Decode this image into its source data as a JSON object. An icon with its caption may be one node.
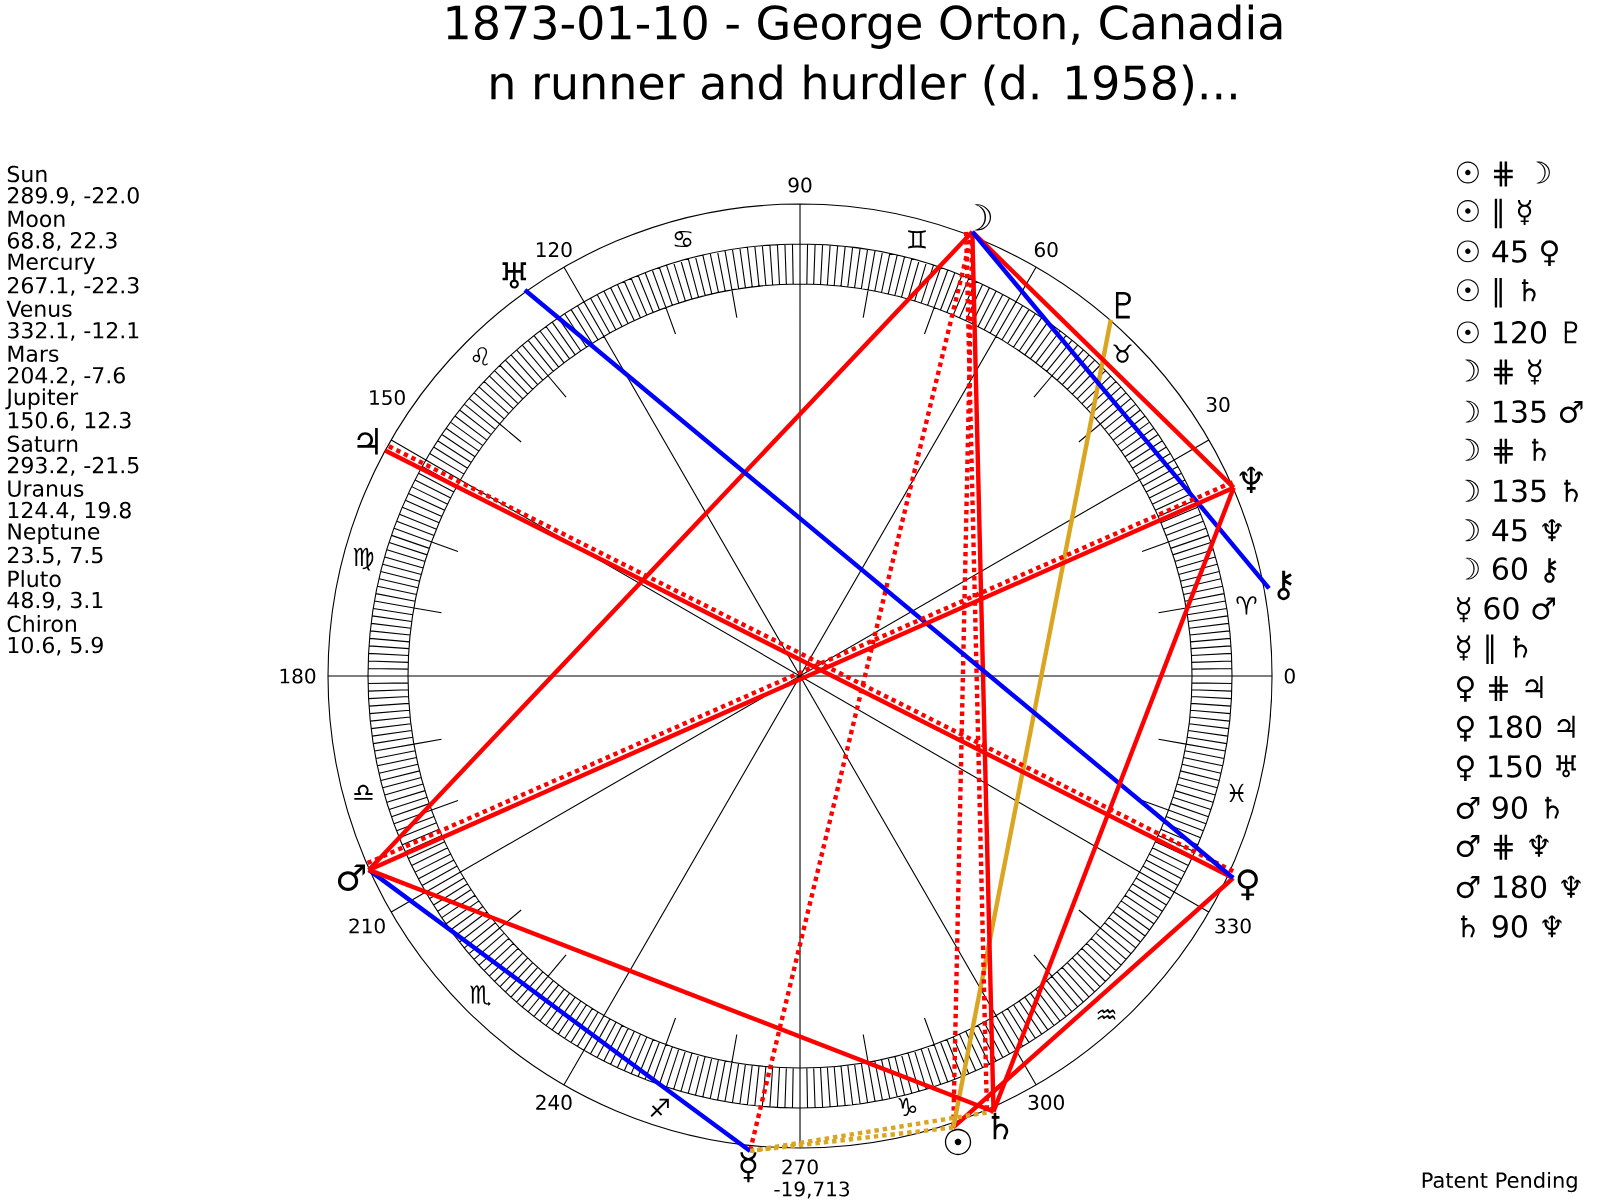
{
  "diagram": {
    "title": "1873-01-10 - George Orton, Canadia n runner and hurdler (d. 1958)...",
    "nodes": [
      {
        "text": [
          "☉"
        ]
      },
      {
        "text": [
          "☽"
        ]
      },
      {
        "text": [
          "☿"
        ]
      },
      {
        "text": [
          "♀"
        ]
      },
      {
        "text": [
          "♂"
        ]
      },
      {
        "text": [
          "♃"
        ]
      },
      {
        "text": [
          "♄"
        ]
      },
      {
        "text": [
          "♅"
        ]
      },
      {
        "text": [
          "♆"
        ]
      },
      {
        "text": [
          "♇"
        ]
      },
      {
        "text": [
          "⚷"
        ]
      }
    ],
    "edges": [
      {
        "from": 0,
        "to": 1,
        "arrow": "none",
        "style": "dashed"
      },
      {
        "from": 0,
        "to": 2,
        "arrow": "none",
        "style": "dashed",
        "color": "#daa520"
      },
      {
        "from": 0,
        "to": 3,
        "arrow": "none"
      },
      {
        "from": 0,
        "to": 9,
        "arrow": "none",
        "color": "#daa520"
      },
      {
        "from": 1,
        "to": 2,
        "arrow": "none",
        "style": "dashed"
      },
      {
        "from": 1,
        "to": 4,
        "arrow": "none"
      },
      {
        "from": 1,
        "to": 6,
        "arrow": "none",
        "style": "dashed"
      },
      {
        "from": 1,
        "to": 6,
        "arrow": "none"
      },
      {
        "from": 1,
        "to": 8,
        "arrow": "none"
      },
      {
        "from": 1,
        "to": 10,
        "arrow": "none",
        "color": "#0000ff"
      },
      {
        "from": 2,
        "to": 4,
        "arrow": "none",
        "color": "#0000ff"
      },
      {
        "from": 2,
        "to": 6,
        "arrow": "none",
        "style": "dashed",
        "color": "#daa520"
      },
      {
        "from": 3,
        "to": 5,
        "arrow": "none",
        "style": "dashed"
      },
      {
        "from": 3,
        "to": 5,
        "arrow": "none"
      },
      {
        "from": 3,
        "to": 7,
        "arrow": "none",
        "color": "#0000ff"
      },
      {
        "from": 4,
        "to": 6,
        "arrow": "none"
      },
      {
        "from": 4,
        "to": 8,
        "arrow": "none",
        "style": "dashed"
      },
      {
        "from": 4,
        "to": 8,
        "arrow": "none"
      },
      {
        "from": 6,
        "to": 8,
        "arrow": "none"
      }
    ],
    "labels": [
      "Sun",
      "289.9, -22.0",
      "Moon",
      "68.8, 22.3",
      "Mercury",
      "267.1, -22.3",
      "Venus",
      "332.1, -12.1",
      "Mars",
      "204.2, -7.6",
      "Jupiter",
      "150.6, 12.3",
      "Saturn",
      "293.2, -21.5",
      "Uranus",
      "124.4, 19.8",
      "Neptune",
      "23.5, 7.5",
      "Pluto",
      "48.9, 3.1",
      "Chiron",
      "10.6, 5.9",
      "☉ ⋕ ☽",
      "☉ ∥ ☿",
      "☉ 45 ♀",
      "☉ ∥ ♄",
      "☉ 120 ♇",
      "☽ ⋕ ☿",
      "☽ 135 ♂",
      "☽ ⋕ ♄",
      "☽ 135 ♄",
      "☽ 45 ♆",
      "☽ 60 ⚷",
      "☿ 60 ♂",
      "☿ ∥ ♄",
      "♀ ⋕ ♃",
      "♀ 180 ♃",
      "♀ 150 ♅",
      "♂ 90 ♄",
      "♂ ⋕ ♆",
      "♂ 180 ♆",
      "♄ 90 ♆",
      "90",
      "60",
      "30",
      "0",
      "330",
      "300",
      "270",
      "240",
      "210",
      "180",
      "150",
      "120",
      "♈",
      "♉",
      "♊",
      "♋",
      "♌",
      "♍",
      "♎",
      "♏",
      "♐",
      "♑",
      "♒",
      "♓",
      "-19,713",
      "Patent Pending"
    ]
  }
}
